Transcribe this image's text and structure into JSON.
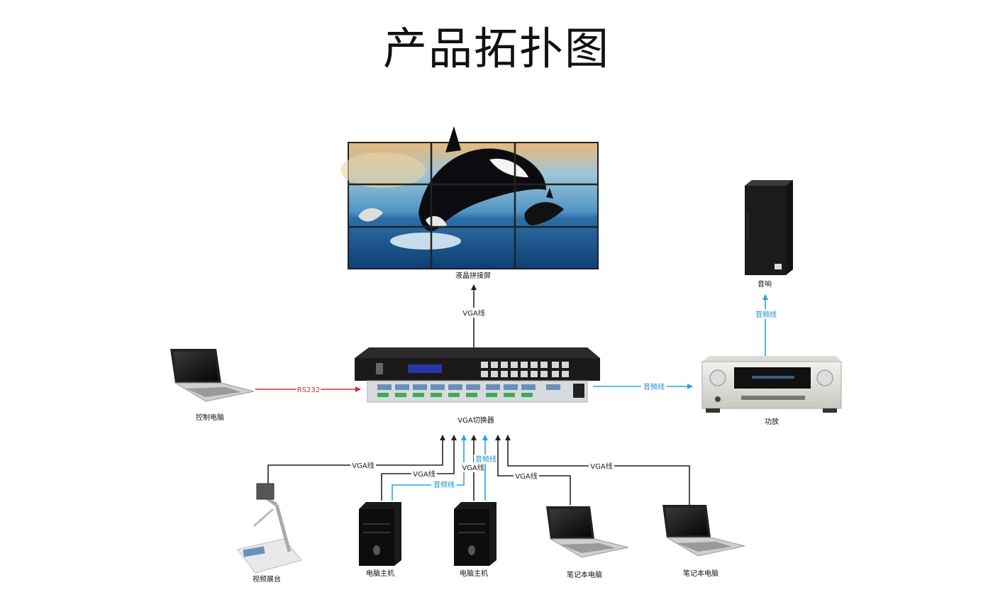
{
  "title": "产品拓扑图",
  "devices": {
    "video_wall": "液晶拼接屏",
    "speaker": "音响",
    "amplifier": "功放",
    "control_pc": "控制电脑",
    "switcher": "VGA切换器",
    "document_camera": "视频展台",
    "desktop_pc_1": "电脑主机",
    "desktop_pc_2": "电脑主机",
    "laptop_1": "笔记本电脑",
    "laptop_2": "笔记本电脑"
  },
  "connections": {
    "switcher_to_wall": "VGA线",
    "amp_to_speaker": "音频线",
    "switcher_to_amp": "音频线",
    "control_to_switcher": "RS232",
    "camera_vga": "VGA线",
    "pc1_vga": "VGA线",
    "pc1_audio": "音频线",
    "pc2_vga": "VGA线",
    "pc2_audio": "音频线",
    "laptop1_vga": "VGA线",
    "laptop2_vga": "VGA线"
  },
  "colors": {
    "video_line": "#222222",
    "audio_line": "#2aa4dc",
    "control_line": "#e12b2b"
  }
}
